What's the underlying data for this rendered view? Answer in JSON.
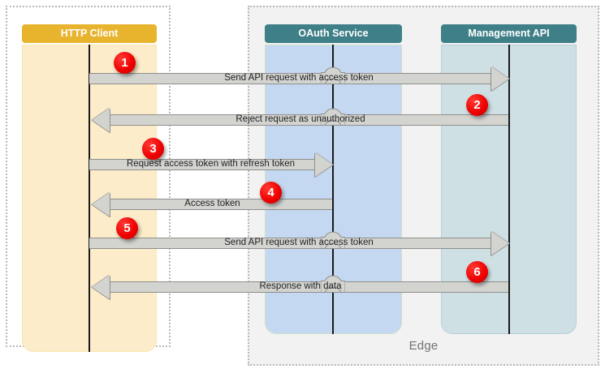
{
  "diagram": {
    "title": "OAuth token refresh sequence",
    "groups": [
      {
        "id": "client-group",
        "label": ""
      },
      {
        "id": "edge-group",
        "label": "Edge"
      }
    ],
    "lifelines": [
      {
        "id": "client",
        "label": "HTTP Client",
        "header_color": "#e8b42e",
        "body_color": "#fcecca"
      },
      {
        "id": "oauth",
        "label": "OAuth Service",
        "header_color": "#3f8088",
        "body_color": "#c5d8f1"
      },
      {
        "id": "mgmt",
        "label": "Management API",
        "header_color": "#3f8088",
        "body_color": "#cfe0e4"
      }
    ],
    "messages": [
      {
        "number": "1",
        "label": "Send API request with access token",
        "from": "client",
        "to": "mgmt",
        "direction": "right"
      },
      {
        "number": "2",
        "label": "Reject request as unauthorized",
        "from": "mgmt",
        "to": "client",
        "direction": "left"
      },
      {
        "number": "3",
        "label": "Request access token with refresh token",
        "from": "client",
        "to": "oauth",
        "direction": "right"
      },
      {
        "number": "4",
        "label": "Access token",
        "from": "oauth",
        "to": "client",
        "direction": "left"
      },
      {
        "number": "5",
        "label": "Send API request with access token",
        "from": "client",
        "to": "mgmt",
        "direction": "right"
      },
      {
        "number": "6",
        "label": "Response with data",
        "from": "mgmt",
        "to": "client",
        "direction": "left"
      }
    ],
    "badge_color": "#ee0000",
    "edge_label": "Edge"
  }
}
